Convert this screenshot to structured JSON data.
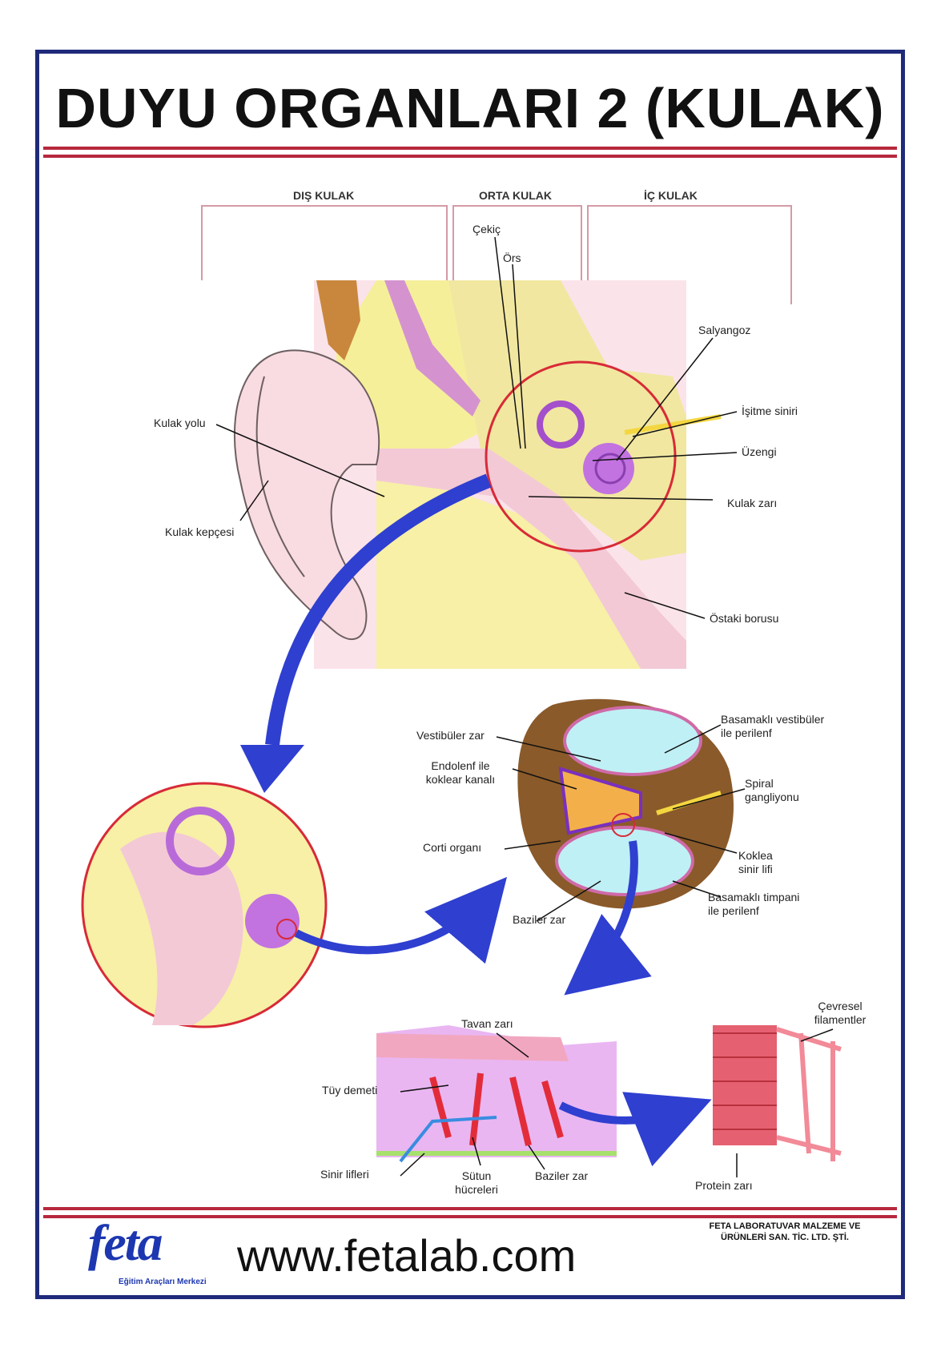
{
  "title": "DUYU ORGANLARI 2 (KULAK)",
  "sections": {
    "outer": "DIŞ KULAK",
    "middle": "ORTA KULAK",
    "inner": "İÇ KULAK"
  },
  "ear_labels": {
    "malleus": "Çekiç",
    "incus": "Örs",
    "cochlea": "Salyangoz",
    "auditory_nerve": "İşitme siniri",
    "stapes": "Üzengi",
    "eardrum": "Kulak zarı",
    "eustachian": "Östaki borusu",
    "ear_canal": "Kulak yolu",
    "pinna": "Kulak kepçesi"
  },
  "cochlea_labels": {
    "vestibular_membrane": "Vestibüler zar",
    "endolymph_1": "Endolenf ile",
    "endolymph_2": "koklear kanalı",
    "corti": "Corti organı",
    "basilar": "Baziler zar",
    "scala_vestibuli_1": "Basamaklı vestibüler",
    "scala_vestibuli_2": "ile perilenf",
    "spiral_1": "Spiral",
    "spiral_2": "gangliyonu",
    "cochlear_nerve_1": "Koklea",
    "cochlear_nerve_2": "sinir lifi",
    "scala_tympani_1": "Basamaklı timpani",
    "scala_tympani_2": "ile perilenf"
  },
  "corti_labels": {
    "tectorial": "Tavan zarı",
    "hair_bundle": "Tüy demeti",
    "nerve_fibers": "Sinir lifleri",
    "pillar_1": "Sütun",
    "pillar_2": "hücreleri",
    "basilar": "Baziler zar",
    "circ_1": "Çevresel",
    "circ_2": "filamentler",
    "protein": "Protein zarı"
  },
  "footer": {
    "logo": "feta",
    "slogan": "Eğitim Araçları Merkezi",
    "url": "www.fetalab.com",
    "company_1": "FETA LABORATUVAR MALZEME VE",
    "company_2": "ÜRÜNLERİ SAN. TİC. LTD. ŞTİ."
  },
  "colors": {
    "frame": "#1f2a7a",
    "rule": "#b7283c",
    "arrow": "#2f3fd0",
    "bone": "#f6ef9a",
    "skin": "#f8d6de",
    "cochlea": "#b86bd8"
  }
}
